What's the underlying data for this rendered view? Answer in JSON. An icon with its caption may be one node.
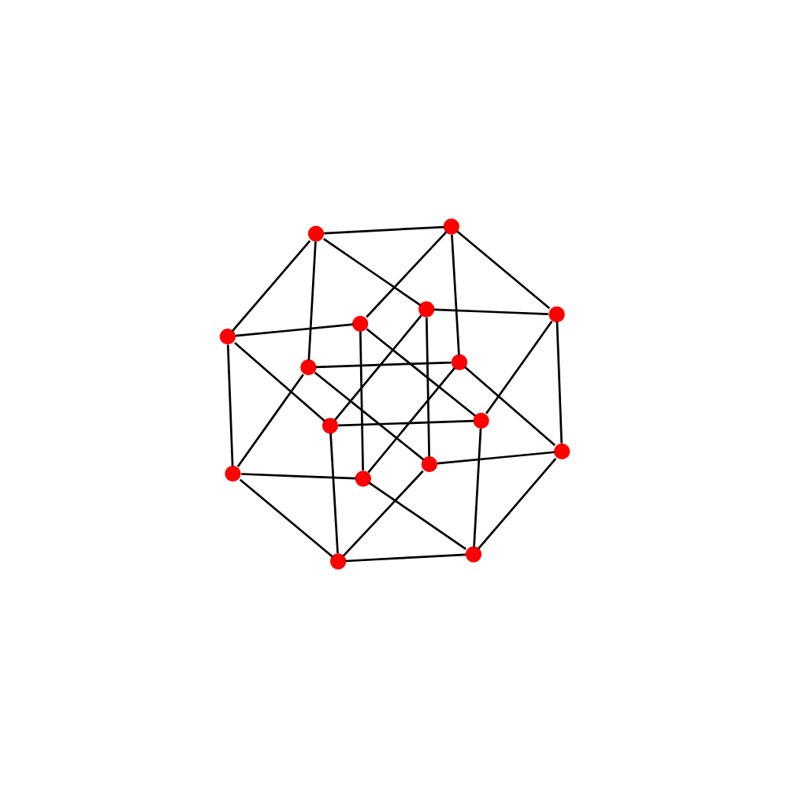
{
  "diagram": {
    "nodes": [
      {
        "text": [],
        "shape": "circle"
      },
      {
        "text": [],
        "shape": "circle"
      },
      {
        "text": [],
        "shape": "circle"
      },
      {
        "text": [],
        "shape": "circle"
      },
      {
        "text": [],
        "shape": "circle"
      },
      {
        "text": [],
        "shape": "circle"
      },
      {
        "text": [],
        "shape": "circle"
      },
      {
        "text": [],
        "shape": "circle"
      },
      {
        "text": [],
        "shape": "circle"
      },
      {
        "text": [],
        "shape": "circle"
      },
      {
        "text": [],
        "shape": "circle"
      },
      {
        "text": [],
        "shape": "circle"
      },
      {
        "text": [],
        "shape": "circle"
      },
      {
        "text": [],
        "shape": "circle"
      },
      {
        "text": [],
        "shape": "circle"
      },
      {
        "text": [],
        "shape": "circle"
      }
    ],
    "edges": [
      {
        "from": 0,
        "to": 1,
        "arrow": "none"
      },
      {
        "from": 1,
        "to": 5,
        "arrow": "none"
      },
      {
        "from": 5,
        "to": 13,
        "arrow": "none"
      },
      {
        "from": 13,
        "to": 15,
        "arrow": "none"
      },
      {
        "from": 15,
        "to": 14,
        "arrow": "none"
      },
      {
        "from": 14,
        "to": 10,
        "arrow": "none"
      },
      {
        "from": 10,
        "to": 2,
        "arrow": "none"
      },
      {
        "from": 2,
        "to": 0,
        "arrow": "none"
      },
      {
        "from": 0,
        "to": 6,
        "arrow": "none"
      },
      {
        "from": 0,
        "to": 4,
        "arrow": "none"
      },
      {
        "from": 1,
        "to": 7,
        "arrow": "none"
      },
      {
        "from": 1,
        "to": 3,
        "arrow": "none"
      },
      {
        "from": 2,
        "to": 3,
        "arrow": "none"
      },
      {
        "from": 2,
        "to": 8,
        "arrow": "none"
      },
      {
        "from": 5,
        "to": 4,
        "arrow": "none"
      },
      {
        "from": 5,
        "to": 9,
        "arrow": "none"
      },
      {
        "from": 10,
        "to": 11,
        "arrow": "none"
      },
      {
        "from": 10,
        "to": 6,
        "arrow": "none"
      },
      {
        "from": 13,
        "to": 12,
        "arrow": "none"
      },
      {
        "from": 13,
        "to": 7,
        "arrow": "none"
      },
      {
        "from": 14,
        "to": 8,
        "arrow": "none"
      },
      {
        "from": 14,
        "to": 12,
        "arrow": "none"
      },
      {
        "from": 15,
        "to": 9,
        "arrow": "none"
      },
      {
        "from": 15,
        "to": 11,
        "arrow": "none"
      },
      {
        "from": 3,
        "to": 11,
        "arrow": "none"
      },
      {
        "from": 4,
        "to": 12,
        "arrow": "none"
      },
      {
        "from": 6,
        "to": 7,
        "arrow": "none"
      },
      {
        "from": 8,
        "to": 9,
        "arrow": "none"
      },
      {
        "from": 3,
        "to": 9,
        "arrow": "none"
      },
      {
        "from": 4,
        "to": 8,
        "arrow": "none"
      },
      {
        "from": 6,
        "to": 12,
        "arrow": "none"
      },
      {
        "from": 7,
        "to": 11,
        "arrow": "none"
      }
    ]
  }
}
